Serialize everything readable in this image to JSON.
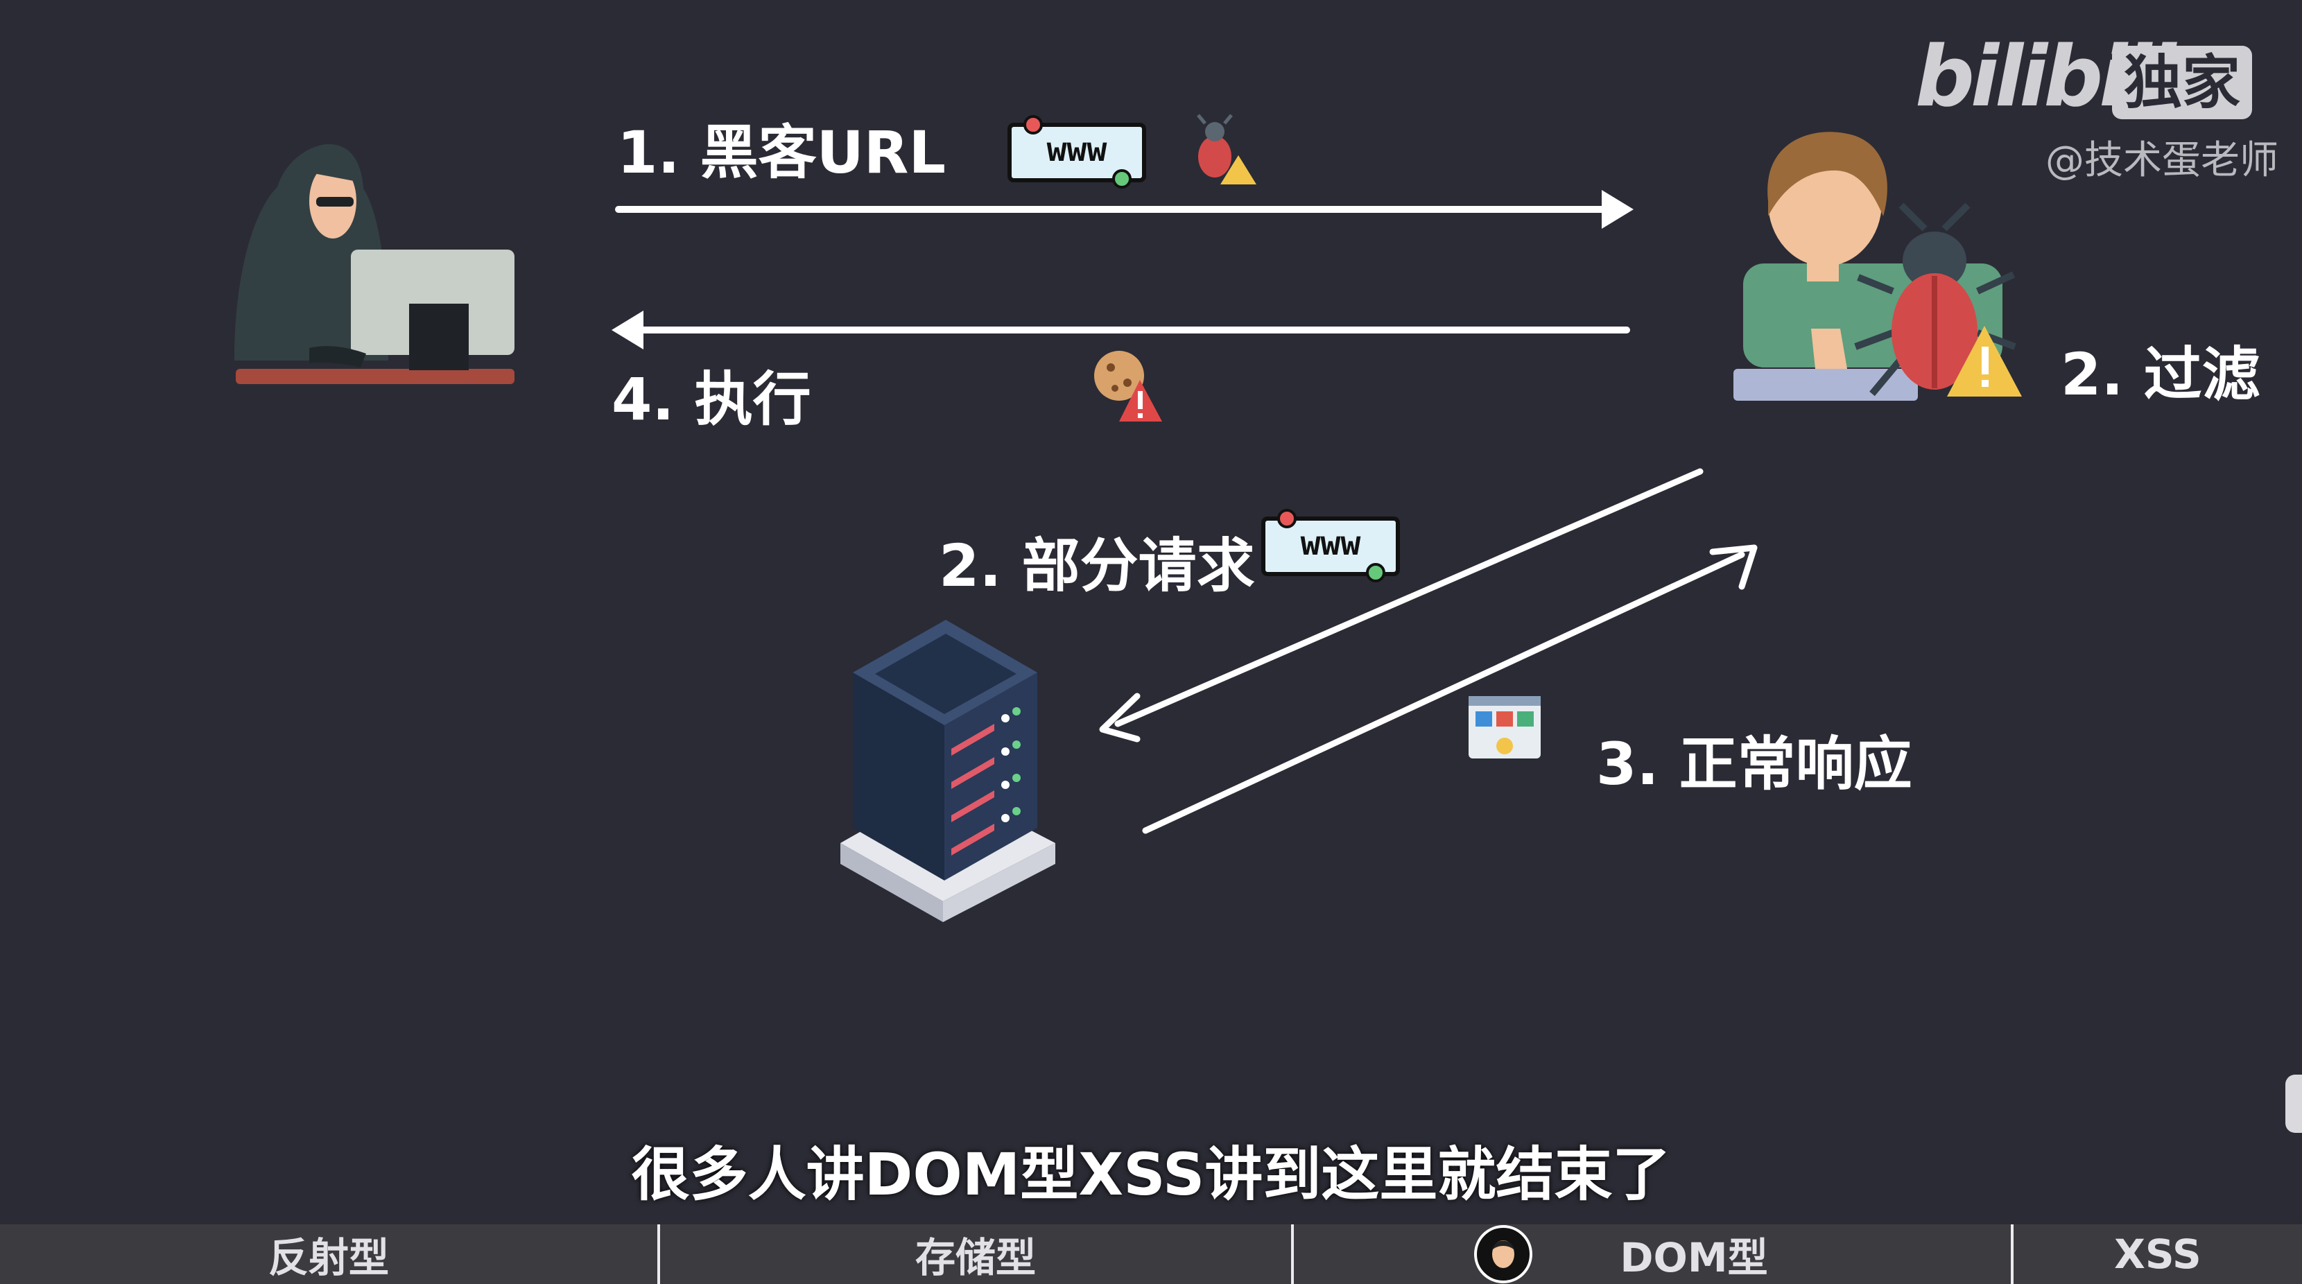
{
  "watermark": {
    "logo": "bilibili",
    "badge": "独家",
    "author": "@技术蛋老师"
  },
  "diagram": {
    "step1": "1. 黑客URL",
    "step4": "4. 执行",
    "step2_request": "2. 部分请求",
    "step2_filter": "2. 过滤",
    "step3": "3. 正常响应",
    "url_badge": "www"
  },
  "subtitle": "很多人讲DOM型XSS讲到这里就结束了",
  "tabs": [
    {
      "label": "反射型",
      "active": false
    },
    {
      "label": "存储型",
      "active": false
    },
    {
      "label": "DOM型",
      "active": true
    },
    {
      "label": "XSS",
      "active": false
    }
  ]
}
